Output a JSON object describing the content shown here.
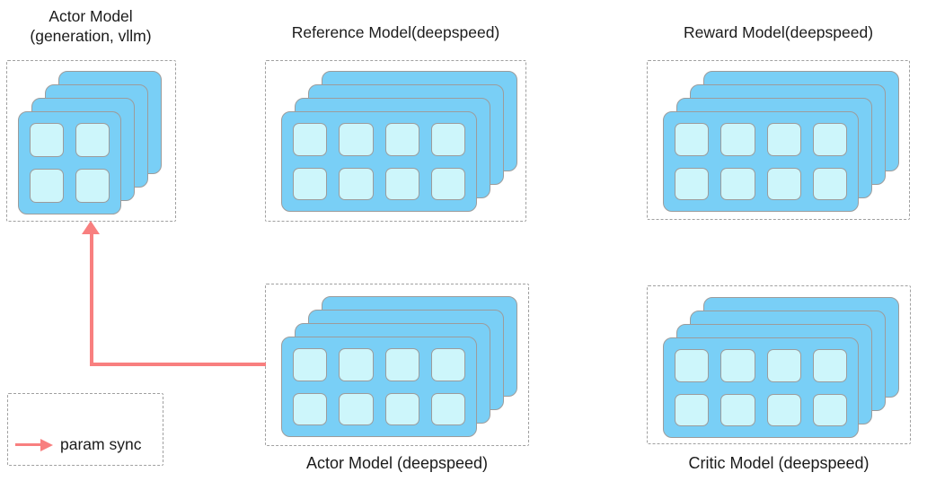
{
  "legend": {
    "label": "param sync"
  },
  "arrow": {
    "label": "param sync",
    "from": "Actor Model (deepspeed)",
    "to": "Actor Model (generation, vllm)"
  },
  "colors": {
    "background": "#ffffff",
    "card_fill": "#79cff6",
    "cell_fill": "#cdf6fb",
    "card_border": "#9c9c9c",
    "box_border": "#a0a0a0",
    "arrow": "#f87f7f",
    "text": "#1b1b1b"
  },
  "groups": [
    {
      "id": "actor-generation",
      "title": "Actor Model\n(generation, vllm)",
      "stack": 4,
      "cols": 2,
      "rows": 2
    },
    {
      "id": "reference-model",
      "title": "Reference Model(deepspeed)",
      "stack": 4,
      "cols": 4,
      "rows": 2
    },
    {
      "id": "reward-model",
      "title": "Reward Model(deepspeed)",
      "stack": 4,
      "cols": 4,
      "rows": 2
    },
    {
      "id": "actor-deepspeed",
      "title": "Actor Model (deepspeed)",
      "stack": 4,
      "cols": 4,
      "rows": 2
    },
    {
      "id": "critic-model",
      "title": "Critic Model (deepspeed)",
      "stack": 4,
      "cols": 4,
      "rows": 2
    }
  ]
}
